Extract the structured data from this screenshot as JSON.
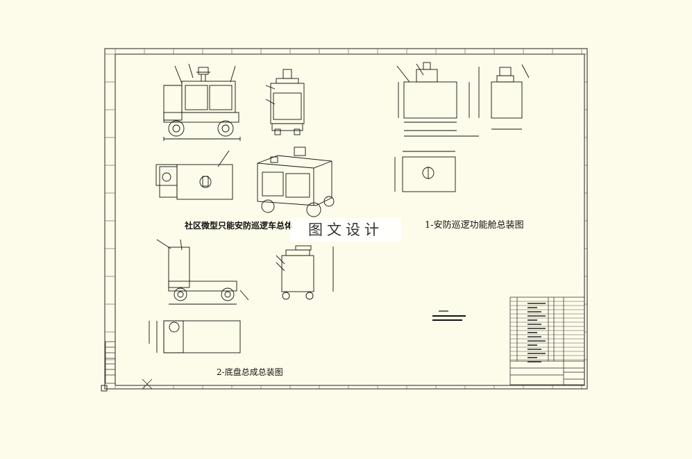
{
  "drawing": {
    "main_title": "社区微型只能安防巡逻车总体",
    "title_1": "1-安防巡逻功能舱总装图",
    "title_2": "2-底盘总成总装图",
    "watermark": "图文设计"
  },
  "colors": {
    "background": "#fdfbe9",
    "line": "#111111",
    "border": "#222222"
  }
}
